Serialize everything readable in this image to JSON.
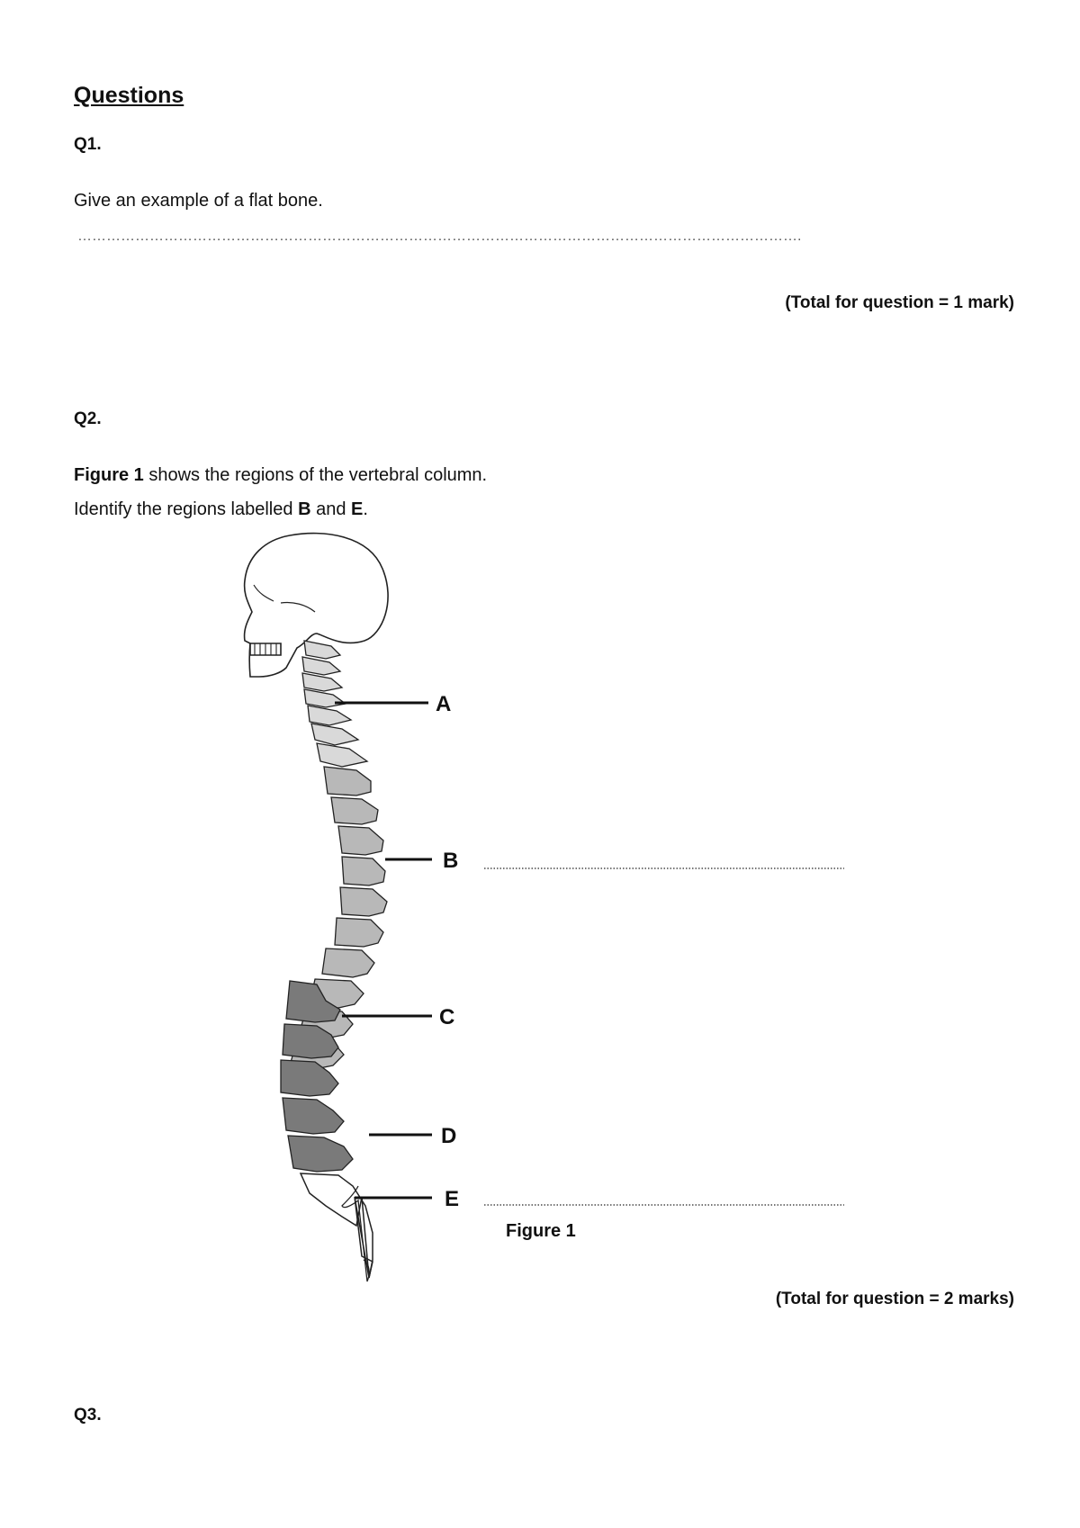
{
  "heading": "Questions",
  "q1": {
    "number": "Q1.",
    "prompt": "Give an example of a flat bone.",
    "answer_dots": "…………………………………………………………………………………………………………………………………….",
    "total": "(Total for question = 1 mark)"
  },
  "q2": {
    "number": "Q2.",
    "line1_bold": "Figure 1",
    "line1_rest": " shows the regions of the vertebral column.",
    "line2_pre": "Identify the regions labelled ",
    "line2_b": "B",
    "line2_and": " and ",
    "line2_e": "E",
    "line2_end": ".",
    "labels": [
      "A",
      "B",
      "C",
      "D",
      "E"
    ],
    "figure_caption": "Figure 1",
    "total": "(Total for question = 2 marks)"
  },
  "q3": {
    "number": "Q3."
  }
}
